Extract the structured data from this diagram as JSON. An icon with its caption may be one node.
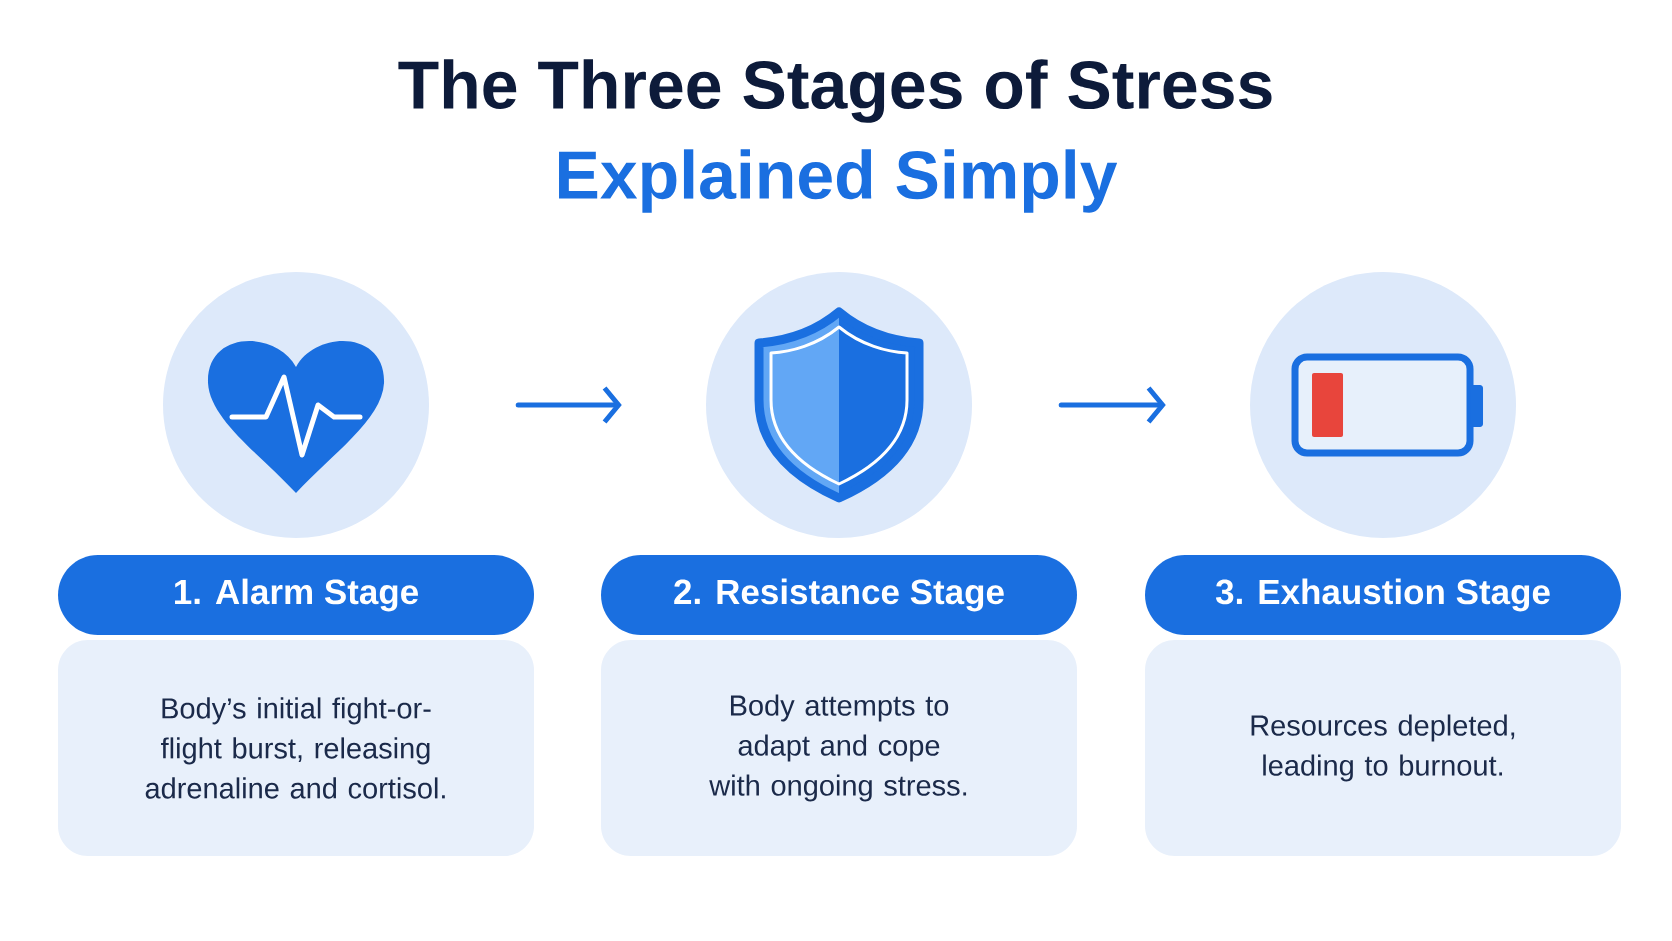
{
  "diagram": {
    "title": "The Three Stages of Stress",
    "nodes": [
      {
        "text": [],
        "shape": "circle"
      },
      {
        "text": [],
        "shape": "circle"
      },
      {
        "text": [],
        "shape": "circle"
      },
      {
        "text": [
          "1. Alarm Stage"
        ]
      },
      {
        "text": [
          "2. Resistance Stage"
        ]
      },
      {
        "text": [
          "3. Exhaustion Stage"
        ]
      },
      {
        "text": [
          "Body’s initial fight-or-flight burst, releasing adrenaline and cortisol."
        ]
      },
      {
        "text": [
          "Body attempts to adapt and cope with ongoing stress."
        ]
      },
      {
        "text": [
          "Resources depleted, leading to burnout."
        ]
      }
    ],
    "edges": [
      {
        "from": 0,
        "to": 1,
        "arrow": "to"
      },
      {
        "from": 1,
        "to": 2,
        "arrow": "to"
      }
    ],
    "labels": [
      "Explained Simply"
    ]
  }
}
